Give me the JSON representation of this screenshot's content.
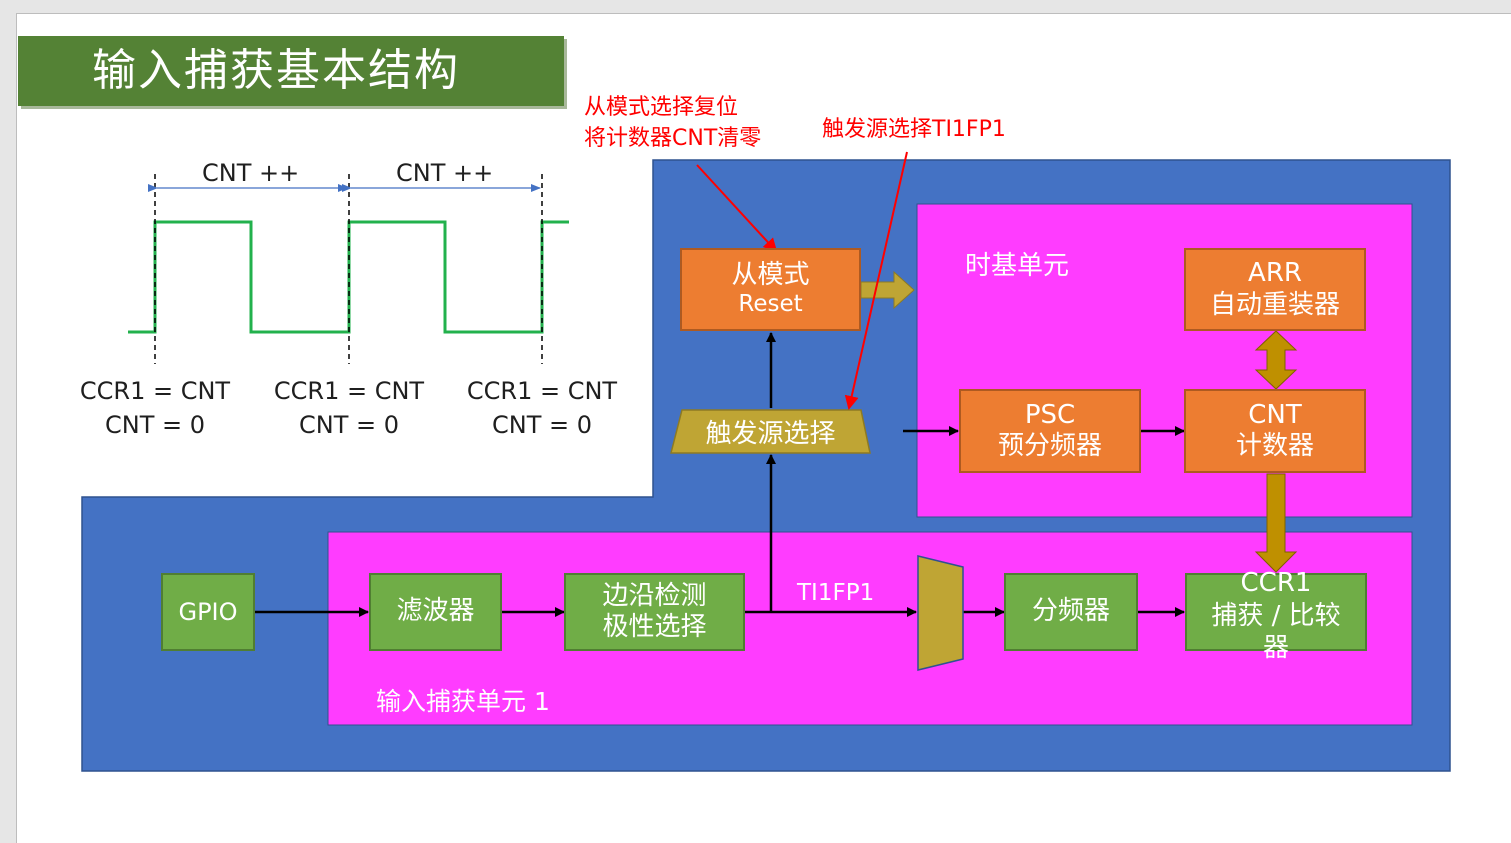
{
  "title": "输入捕获基本结构",
  "annotations": {
    "reset_note_line1": "从模式选择复位",
    "reset_note_line2": "将计数器CNT清零",
    "trigger_note": "触发源选择TI1FP1"
  },
  "waveform": {
    "interval_label_1": "CNT ++",
    "interval_label_2": "CNT ++",
    "capture_labels": [
      {
        "line1": "CCR1 = CNT",
        "line2": "CNT = 0"
      },
      {
        "line1": "CCR1 = CNT",
        "line2": "CNT = 0"
      },
      {
        "line1": "CCR1 = CNT",
        "line2": "CNT = 0"
      }
    ]
  },
  "time_base": {
    "title": "时基单元",
    "arr": {
      "line1": "ARR",
      "line2": "自动重装器"
    },
    "psc": {
      "line1": "PSC",
      "line2": "预分频器"
    },
    "cnt": {
      "line1": "CNT",
      "line2": "计数器"
    }
  },
  "slave_mode": {
    "line1": "从模式",
    "line2": "Reset"
  },
  "trigger_select": "触发源选择",
  "input_capture": {
    "title": "输入捕获单元 1",
    "gpio": "GPIO",
    "filter": "滤波器",
    "edge": {
      "line1": "边沿检测",
      "line2": "极性选择"
    },
    "signal_label": "TI1FP1",
    "prescaler": "分频器",
    "ccr": {
      "line1": "CCR1",
      "line2": "捕获 / 比较",
      "line3": "器"
    }
  },
  "colors": {
    "title_bg": "#548235",
    "blue_region": "#4472c4",
    "magenta_region": "#ff3cff",
    "orange_box": "#ed7d31",
    "green_box": "#70ad47",
    "mux_gold": "#bfa534",
    "arrow_gold": "#bf9000",
    "waveform_green": "#22b14c",
    "annotation_red": "#ff0000"
  }
}
